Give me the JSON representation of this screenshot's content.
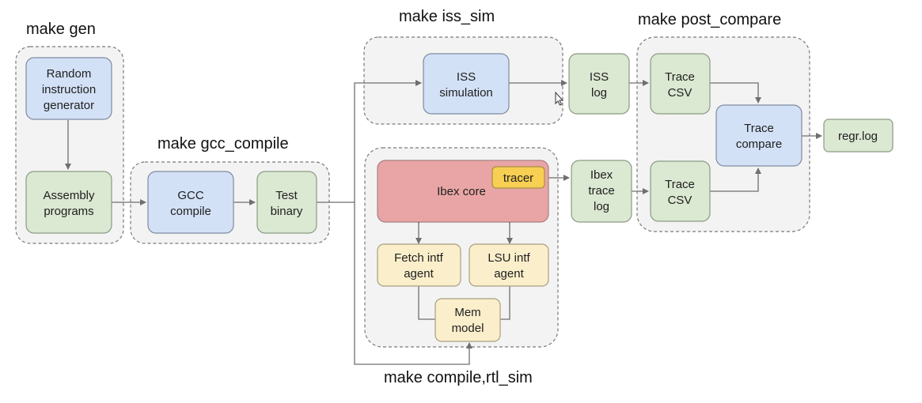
{
  "stages": {
    "gen": "make gen",
    "gcc_compile": "make gcc_compile",
    "iss_sim": "make iss_sim",
    "post_compare": "make post_compare",
    "compile_rtl_sim": "make compile,rtl_sim"
  },
  "boxes": {
    "random_instruction_generator": [
      "Random",
      "instruction",
      "generator"
    ],
    "assembly_programs": [
      "Assembly",
      "programs"
    ],
    "gcc_compile": [
      "GCC",
      "compile"
    ],
    "test_binary": [
      "Test",
      "binary"
    ],
    "iss_simulation": [
      "ISS",
      "simulation"
    ],
    "iss_log": [
      "ISS",
      "log"
    ],
    "ibex_core": [
      "Ibex core"
    ],
    "tracer": [
      "tracer"
    ],
    "fetch_intf_agent": [
      "Fetch intf",
      "agent"
    ],
    "lsu_intf_agent": [
      "LSU intf",
      "agent"
    ],
    "mem_model": [
      "Mem",
      "model"
    ],
    "ibex_trace_log": [
      "Ibex",
      "trace",
      "log"
    ],
    "trace_csv_top": [
      "Trace",
      "CSV"
    ],
    "trace_csv_bottom": [
      "Trace",
      "CSV"
    ],
    "trace_compare": [
      "Trace",
      "compare"
    ],
    "regr_log": [
      "regr.log"
    ]
  },
  "colors": {
    "blue_fill": "#d3e1f7",
    "blue_stroke": "#7f8aa0",
    "green_fill": "#dbe8d2",
    "green_stroke": "#8b9a83",
    "red_fill": "#e9a5a5",
    "red_stroke": "#a88080",
    "yellow_fill": "#fbefcb",
    "yellow_stroke": "#a89f80",
    "tracer_fill": "#f7cf52",
    "group_fill": "#f3f3f3",
    "group_stroke": "#7a7a7a",
    "arrow": "#6f6f6f"
  }
}
